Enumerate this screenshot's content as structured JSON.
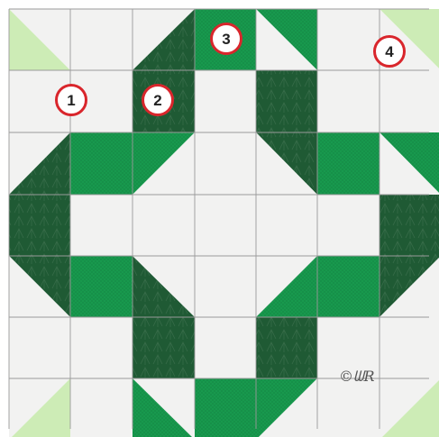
{
  "colors": {
    "background": "#ffffff",
    "grid_line": "#9a9a9a",
    "light_fabric": "#f2f2f1",
    "light_green": "#cdecb6",
    "medium_green": "#189a4e",
    "dark_green": "#1f5a34",
    "badge_ring": "#d9262c"
  },
  "badges": [
    {
      "label": "1"
    },
    {
      "label": "2"
    },
    {
      "label": "3"
    },
    {
      "label": "4"
    }
  ],
  "maker_mark": "©ᗯR"
}
